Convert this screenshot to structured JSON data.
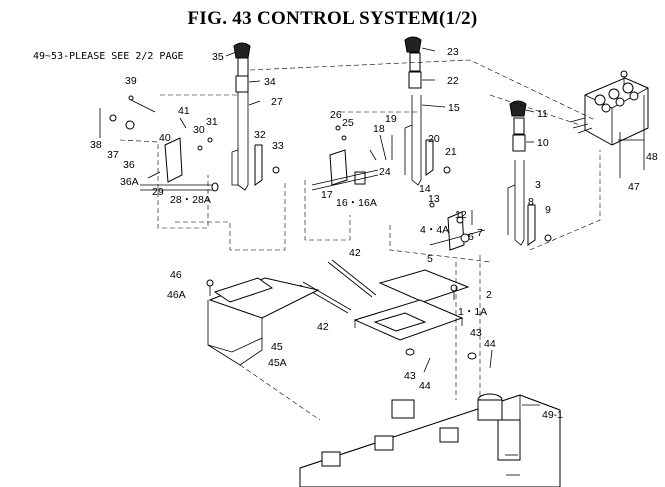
{
  "title": "FIG. 43  CONTROL SYSTEM(1/2)",
  "note": "49~53-PLEASE SEE 2/2 PAGE",
  "callouts": {
    "c1": "1・1A",
    "c2": "2",
    "c3": "3",
    "c4": "4・4A",
    "c5": "5",
    "c6": "6",
    "c7": "7",
    "c8": "8",
    "c9": "9",
    "c10": "10",
    "c11": "11",
    "c12": "12",
    "c13": "13",
    "c14": "14",
    "c15": "15",
    "c16": "16・16A",
    "c17": "17",
    "c18": "18",
    "c19": "19",
    "c20": "20",
    "c21": "21",
    "c22": "22",
    "c23": "23",
    "c24": "24",
    "c25": "25",
    "c26": "26",
    "c27": "27",
    "c28": "28・28A",
    "c29": "29",
    "c30": "30",
    "c31": "31",
    "c32": "32",
    "c33": "33",
    "c34": "34",
    "c35": "35",
    "c36": "36",
    "c36a": "36A",
    "c37": "37",
    "c38": "38",
    "c39": "39",
    "c40": "40",
    "c41": "41",
    "c42a": "42",
    "c42b": "42",
    "c43a": "43",
    "c43b": "43",
    "c44a": "44",
    "c44b": "44",
    "c45": "45",
    "c45a": "45A",
    "c46": "46",
    "c46a": "46A",
    "c47": "47",
    "c48": "48",
    "c49": "49-1"
  }
}
